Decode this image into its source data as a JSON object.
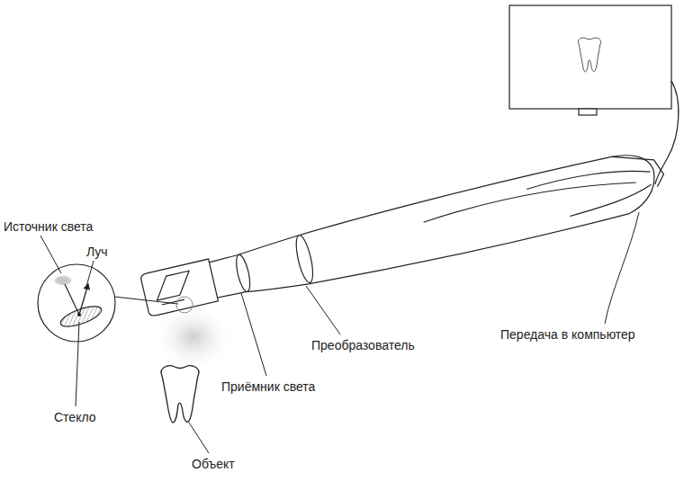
{
  "diagram": {
    "labels": [
      "Источник света",
      "Луч",
      "Стекло",
      "Объект",
      "Приёмник света",
      "Преобразователь",
      "Передача в компьютер"
    ]
  }
}
